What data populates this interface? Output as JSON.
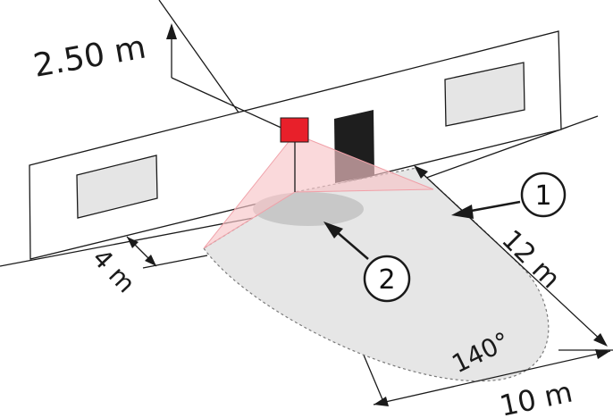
{
  "labels": {
    "height": "2.50 m",
    "width_near": "4 m",
    "range": "12 m",
    "width_far": "10 m",
    "angle": "140°"
  },
  "callouts": {
    "detection_area": "1",
    "under_zone": "2"
  },
  "colors": {
    "sensor": "#e8202a",
    "cone": "#f7c4c8",
    "floor_area": "#e6e6e6",
    "under_zone": "#c8c8c8",
    "door": "#1e1e1e",
    "line": "#1a1a1a"
  }
}
